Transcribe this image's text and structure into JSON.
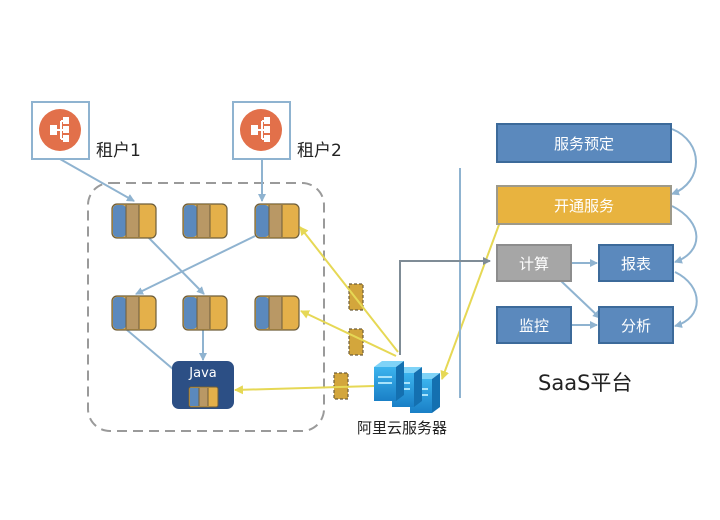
{
  "tenants": [
    {
      "label": "租户1"
    },
    {
      "label": "租户2"
    }
  ],
  "container": {
    "java_label": "Java"
  },
  "server": {
    "label": "阿里云服务器"
  },
  "saas": {
    "title": "SaaS平台",
    "boxes": {
      "service_booking": "服务预定",
      "activate_service": "开通服务",
      "billing": "计算",
      "report": "报表",
      "monitoring": "监控",
      "analysis": "分析"
    }
  },
  "colors": {
    "blue_box": "#5b89bd",
    "yellow_box": "#e8b33f",
    "gray_box": "#a6a6a6",
    "tenant_icon": "#e2704a",
    "java_box": "#2c4f85",
    "connector": "#8fb3d0",
    "yellow_arrow": "#e6d855"
  }
}
